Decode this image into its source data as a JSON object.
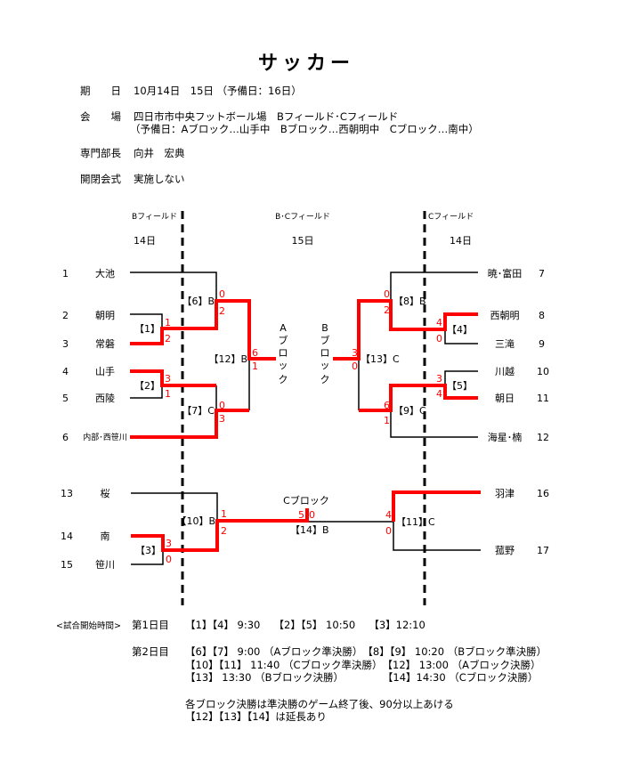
{
  "title": "サッカー",
  "info": {
    "date_label": "期　　日",
    "date": "10月14日　15日 （予備日：16日）",
    "venue_label": "会　　場",
    "venue": "四日市市中央フットボール場　Bフィールド･Cフィールド",
    "venue_reserve": "（予備日：Aブロック…山手中　Bブロック…西朝明中　Cブロック…南中）",
    "director_label": "専門部長",
    "director": "向井　宏典",
    "ceremony_label": "開閉会式",
    "ceremony": "実施しない"
  },
  "fields": {
    "left": "Bフィールド",
    "left_day": "14日",
    "center": "B･Cフィールド",
    "center_day": "15日",
    "right": "Cフィールド",
    "right_day": "14日"
  },
  "teams_left": [
    {
      "no": "1",
      "name": "大池"
    },
    {
      "no": "2",
      "name": "朝明"
    },
    {
      "no": "3",
      "name": "常磐"
    },
    {
      "no": "4",
      "name": "山手"
    },
    {
      "no": "5",
      "name": "西陵"
    },
    {
      "no": "6",
      "name": "内部･西笹川"
    },
    {
      "no": "13",
      "name": "桜"
    },
    {
      "no": "14",
      "name": "南"
    },
    {
      "no": "15",
      "name": "笹川"
    }
  ],
  "teams_right": [
    {
      "no": "7",
      "name": "暁･富田"
    },
    {
      "no": "8",
      "name": "西朝明"
    },
    {
      "no": "9",
      "name": "三滝"
    },
    {
      "no": "10",
      "name": "川越"
    },
    {
      "no": "11",
      "name": "朝日"
    },
    {
      "no": "12",
      "name": "海星･楠"
    },
    {
      "no": "16",
      "name": "羽津"
    },
    {
      "no": "17",
      "name": "菰野"
    }
  ],
  "matches": {
    "m1": {
      "label": "【1】",
      "s1": "1",
      "s2": "2"
    },
    "m2": {
      "label": "【2】",
      "s1": "3",
      "s2": "1"
    },
    "m3": {
      "label": "【3】",
      "s1": "3",
      "s2": "0"
    },
    "m4": {
      "label": "【4】",
      "s1": "4",
      "s2": "0"
    },
    "m5": {
      "label": "【5】",
      "s1": "3",
      "s2": "4"
    },
    "m6": {
      "label": "【6】B",
      "s1": "0",
      "s2": "2"
    },
    "m7": {
      "label": "【7】C",
      "s1": "0",
      "s2": "3"
    },
    "m8": {
      "label": "【8】B",
      "s1": "0",
      "s2": "2"
    },
    "m9": {
      "label": "【9】C",
      "s1": "6",
      "s2": "1"
    },
    "m10": {
      "label": "【10】B",
      "s1": "1",
      "s2": "2"
    },
    "m11": {
      "label": "【11】C",
      "s1": "4",
      "s2": "0"
    },
    "m12": {
      "label": "【12】B",
      "s1": "6",
      "s2": "1"
    },
    "m13": {
      "label": "【13】C",
      "s1": "3",
      "s2": "0"
    },
    "m14": {
      "label": "【14】B",
      "s1": "5",
      "s2": "0"
    }
  },
  "blocks": {
    "a": [
      "A",
      "ブ",
      "ロ",
      "ッ",
      "ク"
    ],
    "b": [
      "B",
      "ブ",
      "ロ",
      "ッ",
      "ク"
    ],
    "c": "Cブロック"
  },
  "schedule": {
    "label": "<試合開始時間>",
    "day1_label": "第1日目",
    "day1": "【1】【4】 9:30　 【2】【5】 10:50　 【3】12:10",
    "day2_label": "第2日目",
    "day2_lines": [
      "【6】【7】 9:00 （Aブロック準決勝）　【8】【9】 10:20 （Bブロック準決勝）",
      "【10】【11】 11:40 （Cブロック準決勝）　【12】 13:00 （Aブロック決勝）",
      "【13】 13:30 （Bブロック決勝）　　　　 【14】14:30 （Cブロック決勝）"
    ],
    "notes": [
      "各ブロック決勝は準決勝のゲーム終了後、90分以上あける",
      "【12】【13】【14】は延長あり"
    ]
  }
}
